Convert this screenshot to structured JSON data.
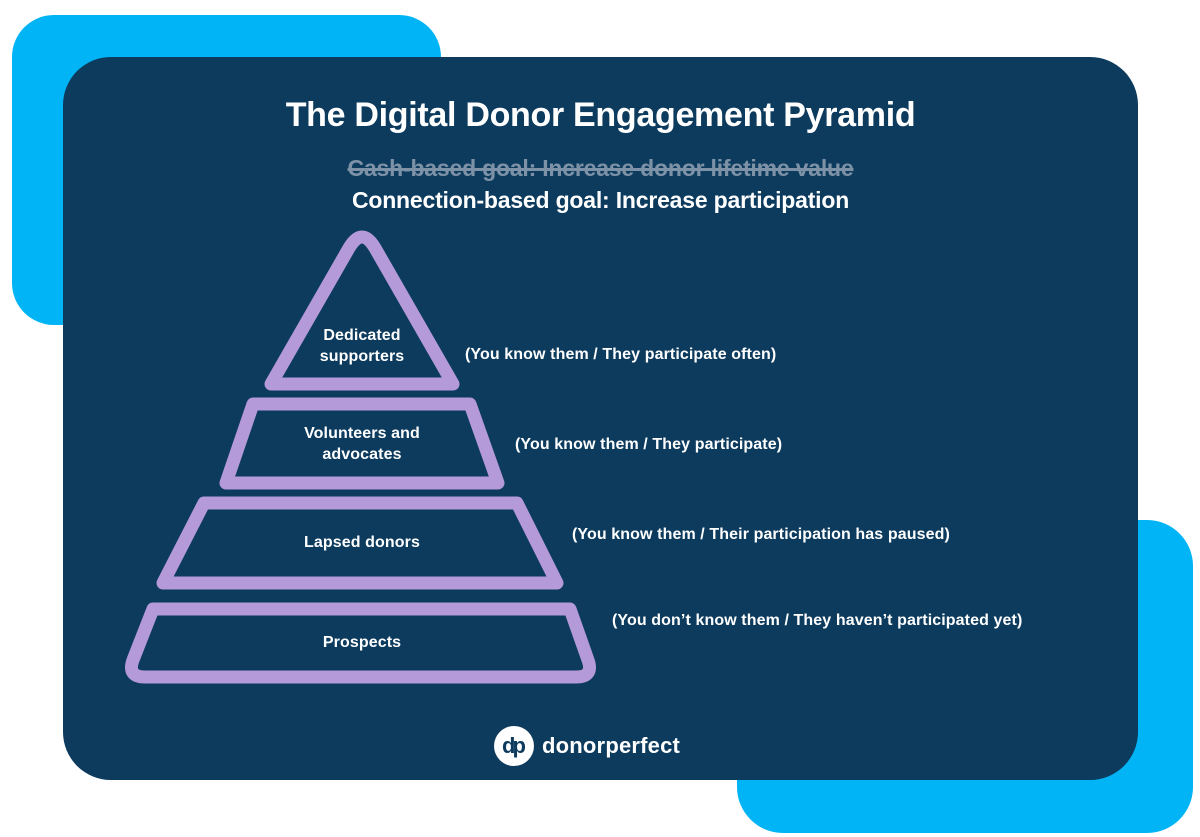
{
  "colors": {
    "navy": "#0d3b5e",
    "cyan": "#00b4f5",
    "purple": "#b59ad9",
    "text_muted": "#7d92a6",
    "white": "#ffffff"
  },
  "header": {
    "title": "The Digital Donor Engagement Pyramid",
    "strikethrough_goal": "Cash-based goal: Increase donor lifetime value",
    "active_goal": "Connection-based goal: Increase participation"
  },
  "pyramid": {
    "tiers": [
      {
        "id": "dedicated-supporters",
        "lines": [
          "Dedicated",
          "supporters"
        ],
        "description": "(You know them / They participate often)"
      },
      {
        "id": "volunteers-and-advocates",
        "lines": [
          "Volunteers and",
          "advocates"
        ],
        "description": "(You know them / They participate)"
      },
      {
        "id": "lapsed-donors",
        "lines": [
          "Lapsed donors"
        ],
        "description": "(You know them / Their participation has paused)"
      },
      {
        "id": "prospects",
        "lines": [
          "Prospects"
        ],
        "description": "(You don’t know them / They haven’t participated yet)"
      }
    ]
  },
  "footer": {
    "logo_monogram": "dp",
    "logo_wordmark": "donorperfect"
  }
}
